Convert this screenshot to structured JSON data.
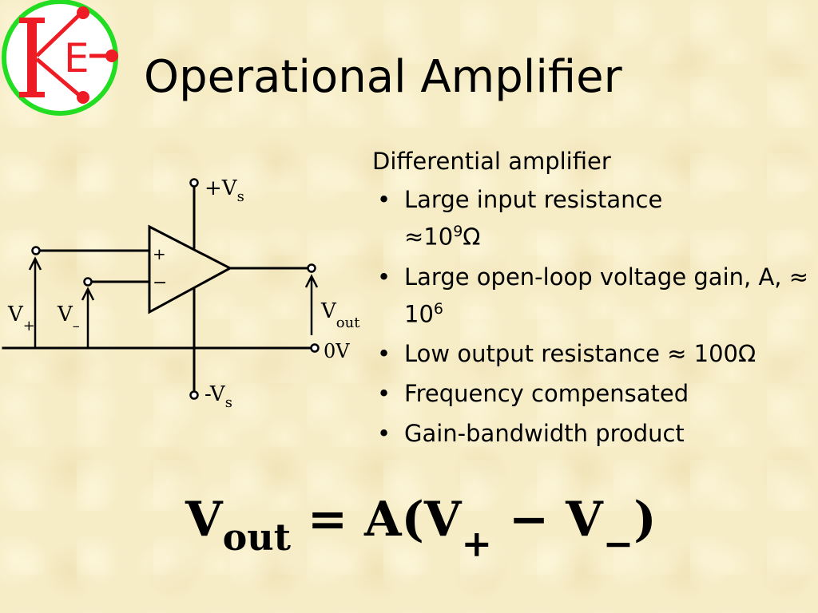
{
  "slide": {
    "title": "Operational Amplifier",
    "logo": {
      "letters": "KE",
      "ring_color": "#22dd22",
      "letter_color": "#ee1c24"
    }
  },
  "circuit": {
    "plus_input_sign": "+",
    "minus_input_sign": "−",
    "supply_pos": {
      "sign": "+",
      "symbol": "V",
      "sub": "s"
    },
    "supply_neg": {
      "sign": "-",
      "symbol": "V",
      "sub": "s"
    },
    "v_plus": {
      "symbol": "V",
      "sub": "+"
    },
    "v_minus": {
      "symbol": "V",
      "sub": "–"
    },
    "v_out": {
      "symbol": "V",
      "sub": "out"
    },
    "ground": "0V"
  },
  "points": {
    "lead": "Differential amplifier",
    "items": [
      {
        "text": "Large input resistance",
        "value": "≈10",
        "sup": "9",
        "unit": "Ω"
      },
      {
        "text": "Large open-loop voltage gain, A,  ≈ 10",
        "sup": "6"
      },
      {
        "text": "Low output resistance ≈ 100Ω"
      },
      {
        "text": "Frequency compensated"
      },
      {
        "text": "Gain-bandwidth product"
      }
    ]
  },
  "formula": {
    "lhs": "V",
    "lhs_sub": "out",
    "middle": " = A(V",
    "plus_sub": "+",
    "minus": " − V",
    "minus_sub": "−",
    "close": ")"
  }
}
